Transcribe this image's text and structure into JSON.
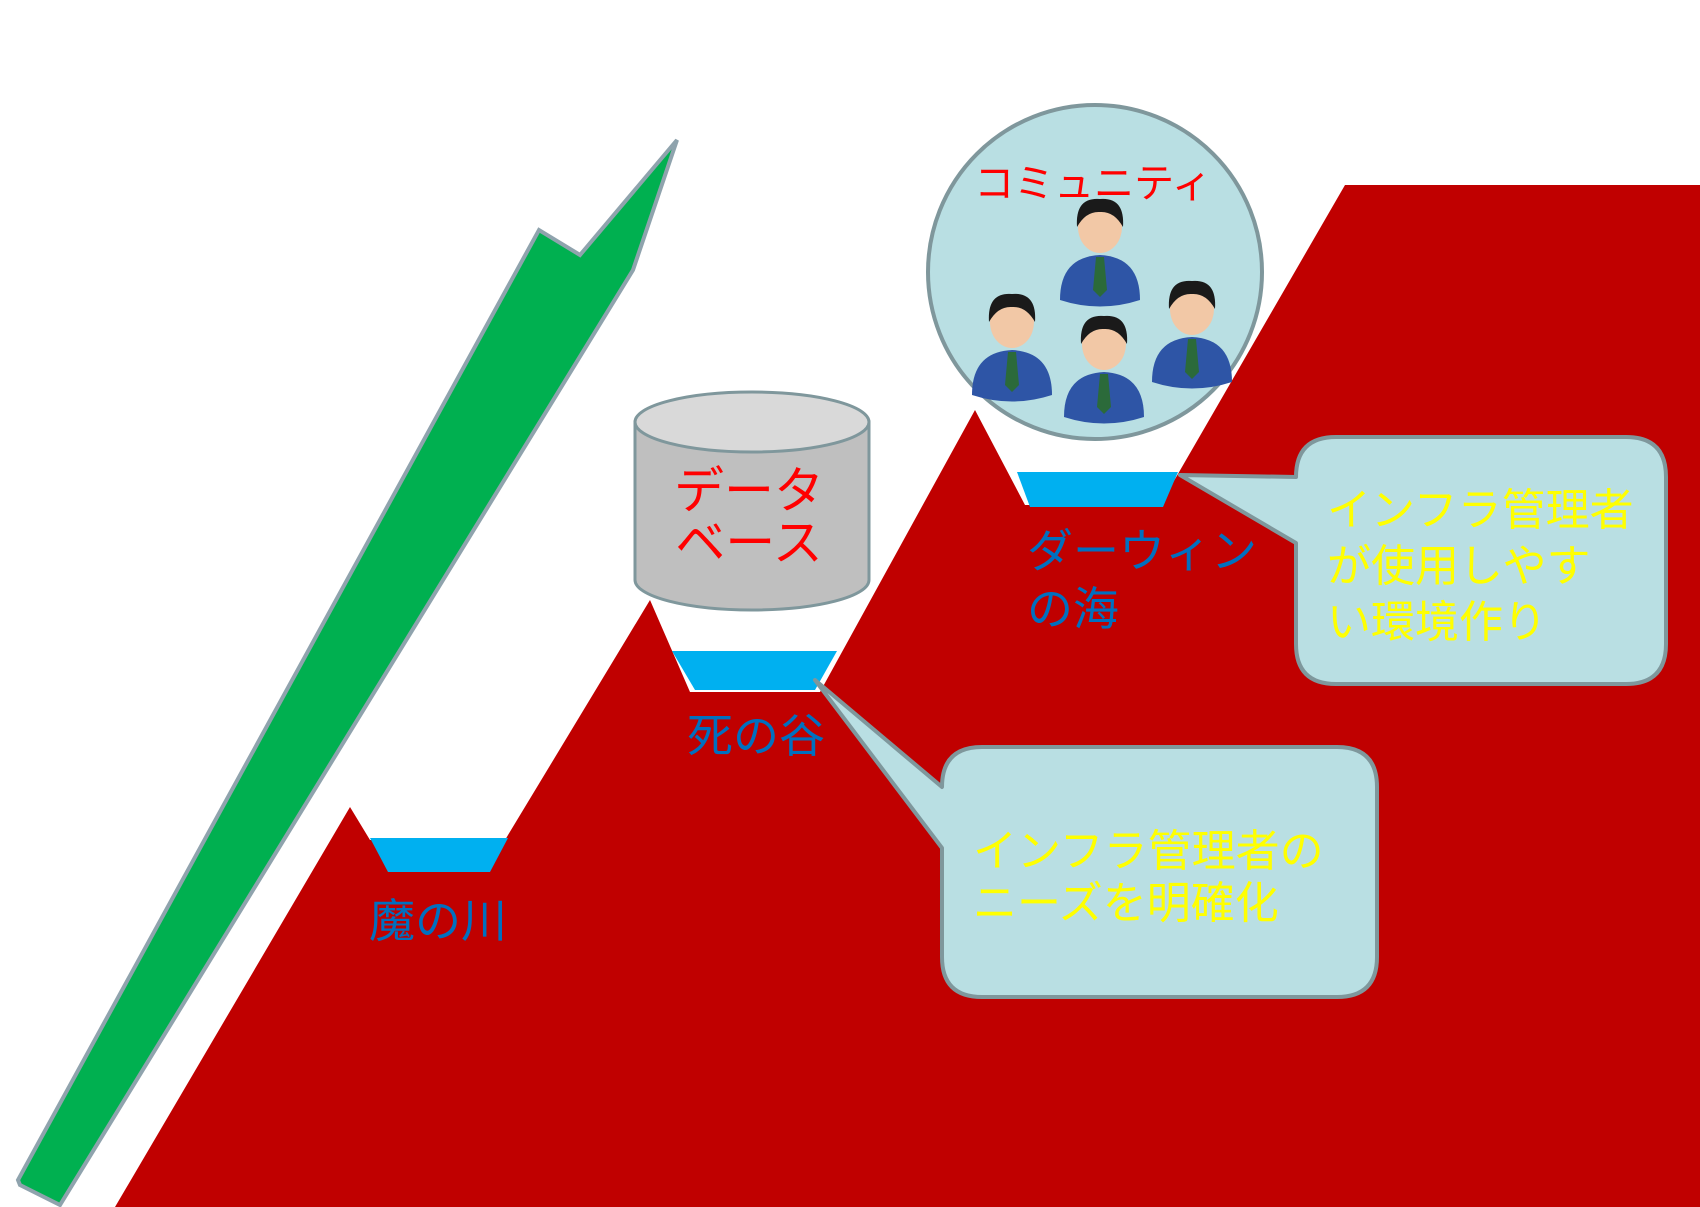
{
  "colors": {
    "background": "#ffffff",
    "mountain": "#c00000",
    "water": "#00b0f0",
    "arrow": "#00b050",
    "arrow_outline": "#8fa3ad",
    "callout_fill": "#b9dfe3",
    "callout_stroke": "#7f979c",
    "water_label": "#0070c0",
    "callout_text": "#ffff00",
    "red_text": "#ff0000",
    "db_top": "#d9d9d9",
    "db_body": "#bfbfbf",
    "db_stroke": "#7f979c",
    "person_suit": "#2e55a6",
    "person_skin": "#f2c8a6",
    "person_hair": "#1a1a1a",
    "person_tie": "#2b6a3a"
  },
  "icons": {
    "arrow": "growth-arrow",
    "database": "database-cylinder-icon",
    "people": "person-icon"
  },
  "gaps": {
    "river": "魔の川",
    "valley": "死の谷",
    "sea_line1": "ダーウィン",
    "sea_line2": "の海"
  },
  "database": {
    "line1": "データ",
    "line2": "ベース"
  },
  "community": {
    "label": "コミュニティ"
  },
  "callouts": {
    "valley": {
      "line1": "インフラ管理者の",
      "line2": "ニーズを明確化"
    },
    "sea": {
      "line1": "インフラ管理者",
      "line2": "が使用しやす",
      "line3": "い環境作り"
    }
  }
}
